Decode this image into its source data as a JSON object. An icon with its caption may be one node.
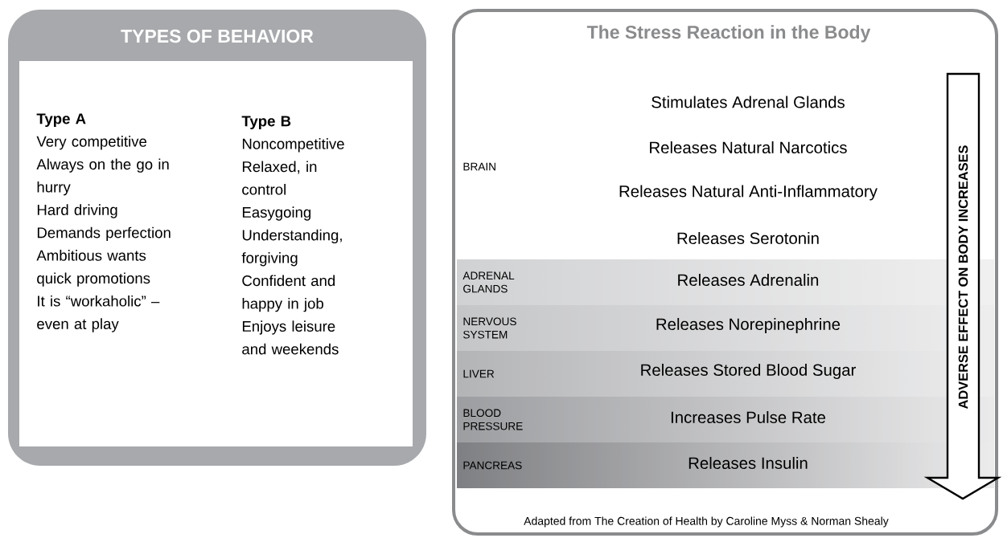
{
  "diagram": {
    "nodes": [
      {
        "text": [
          "TYPES OF BEHAVIOR"
        ]
      },
      {
        "text": [
          "The Stress Reaction in the Body"
        ]
      },
      {
        "text": [
          "BRAIN",
          "Stimulates Adrenal Glands",
          "Releases Natural Narcotics",
          "Releases Natural Anti-Inflammatory",
          "Releases Serotonin"
        ],
        "in": 1
      },
      {
        "text": [
          "ADRENAL GLANDS",
          "Releases Adrenalin"
        ],
        "in": 1
      },
      {
        "text": [
          "NERVOUS SYSTEM",
          "Releases Norepinephrine"
        ],
        "in": 1
      },
      {
        "text": [
          "LIVER",
          "Releases Stored Blood Sugar"
        ],
        "in": 1
      },
      {
        "text": [
          "BLOOD PRESSURE",
          "Increases Pulse Rate"
        ],
        "in": 1
      },
      {
        "text": [
          "PANCREAS",
          "Releases Insulin"
        ],
        "in": 1
      }
    ],
    "labels": [
      "Type A",
      "Very competitive",
      "Always on the go in hurry",
      "Hard driving",
      "Demands perfection",
      "Ambitious wants quick promotions",
      "It is “workaholic” – even at play",
      "Type B",
      "Noncompetitive",
      "Relaxed, in control",
      "Easygoing",
      "Understanding, forgiving",
      "Confident and happy in job",
      "Enjoys leisure and weekends",
      "ADVERSE EFFECT ON BODY INCREASES",
      "Adapted from The Creation of Health by Caroline Myss & Norman Shealy"
    ]
  }
}
